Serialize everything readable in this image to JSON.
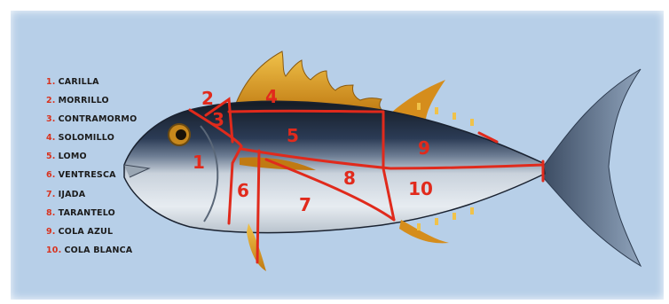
{
  "legend": [
    {
      "num": "1.",
      "label": "CARILLA"
    },
    {
      "num": "2.",
      "label": "MORRILLO"
    },
    {
      "num": "3.",
      "label": "CONTRAMORMO"
    },
    {
      "num": "4.",
      "label": "SOLOMILLO"
    },
    {
      "num": "5.",
      "label": "LOMO"
    },
    {
      "num": "6.",
      "label": "VENTRESCA"
    },
    {
      "num": "7.",
      "label": "IJADA"
    },
    {
      "num": "8.",
      "label": "TARANTELO"
    },
    {
      "num": "9.",
      "label": "COLA AZUL"
    },
    {
      "num": "10.",
      "label": "COLA BLANCA"
    }
  ],
  "cuts": [
    "1",
    "2",
    "3",
    "4",
    "5",
    "6",
    "7",
    "8",
    "9",
    "10"
  ],
  "colors": {
    "background": "#b7cfe8",
    "cut_lines": "#e02a1c",
    "back": "#1d2530",
    "belly": "#dfe6ec",
    "fins": "#e6a51f"
  }
}
